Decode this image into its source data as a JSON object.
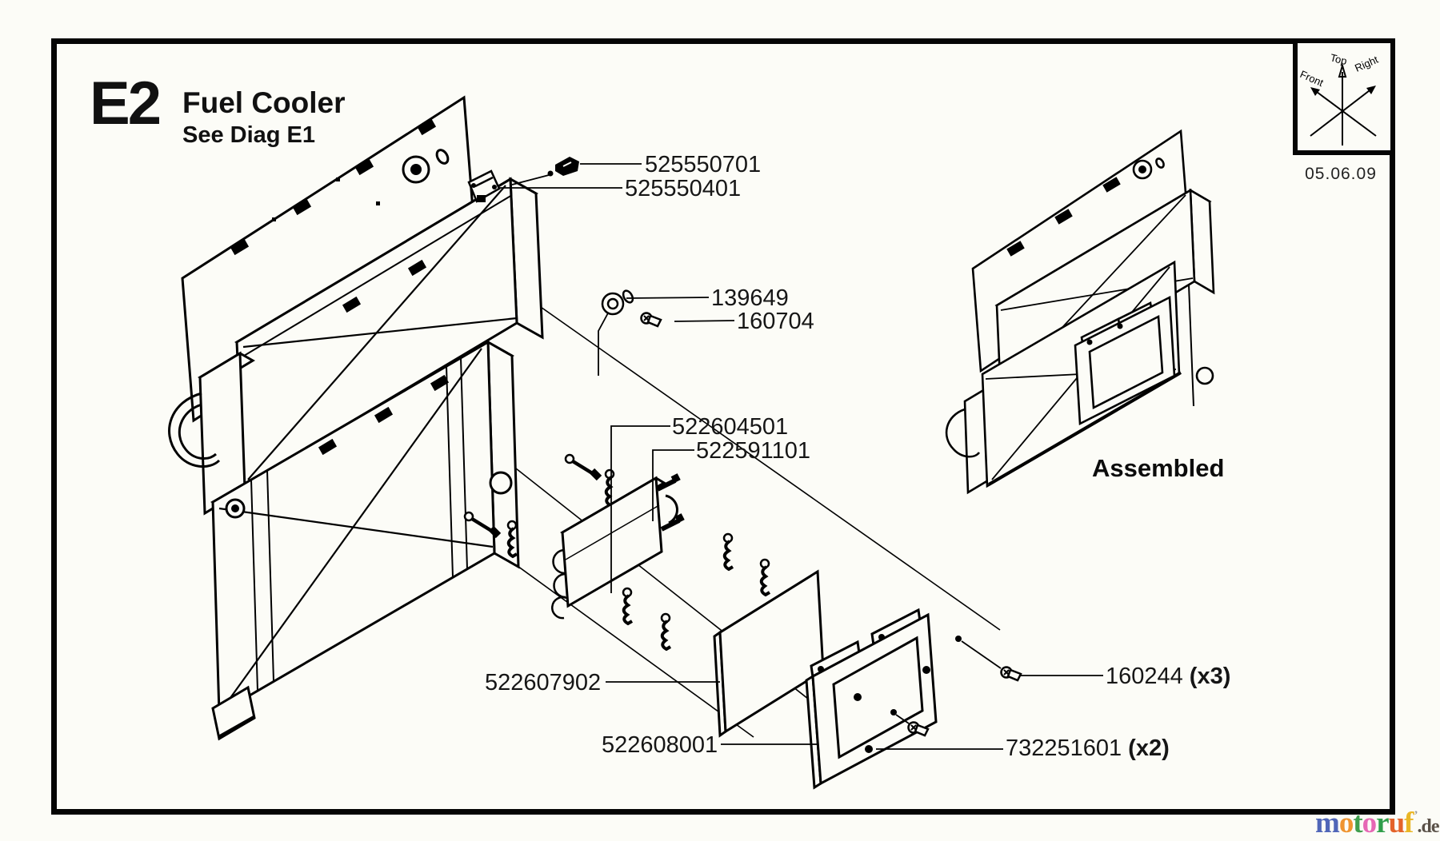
{
  "header": {
    "code": "E2",
    "title": "Fuel Cooler",
    "subtitle": "See Diag E1"
  },
  "orientation": {
    "top": "Top",
    "front": "Front",
    "right": "Right",
    "date": "05.06.09"
  },
  "assembled_label": "Assembled",
  "parts": [
    {
      "number": "525550701"
    },
    {
      "number": "525550401"
    },
    {
      "number": "139649"
    },
    {
      "number": "160704"
    },
    {
      "number": "522604501"
    },
    {
      "number": "522591101"
    },
    {
      "number": "522607902"
    },
    {
      "number": "160244",
      "qty": "(x3)"
    },
    {
      "number": "522608001"
    },
    {
      "number": "732251601",
      "qty": "(x2)"
    }
  ],
  "watermark": {
    "letters": [
      {
        "char": "m",
        "color": "#5066b8"
      },
      {
        "char": "o",
        "color": "#ef9430"
      },
      {
        "char": "t",
        "color": "#3f9e4d"
      },
      {
        "char": "o",
        "color": "#e668b5"
      },
      {
        "char": "r",
        "color": "#2f9e49"
      },
      {
        "char": "u",
        "color": "#e4632a"
      },
      {
        "char": "f",
        "color": "#eab625"
      }
    ],
    "tick": "’",
    "suffix": ".de",
    "suffix_color": "#5a5148"
  }
}
